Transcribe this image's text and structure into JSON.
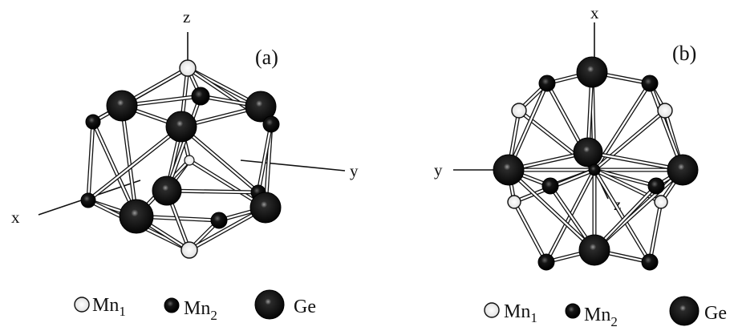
{
  "panels": [
    {
      "label": "(a)",
      "axes": {
        "vertical": "z",
        "right": "y",
        "left": "x"
      }
    },
    {
      "label": "(b)",
      "axes": {
        "vertical": "x",
        "left": "y",
        "center": "z"
      }
    }
  ],
  "legend": [
    {
      "symbol": "Mn",
      "subscript": "1"
    },
    {
      "symbol": "Mn",
      "subscript": "2"
    },
    {
      "symbol": "Ge",
      "subscript": ""
    }
  ],
  "colors": {
    "bond_fill": "#ffffff",
    "bond_outline": "#111111",
    "atom_dark": "#111111",
    "atom_light": "#f4f4f4",
    "text": "#111111"
  }
}
